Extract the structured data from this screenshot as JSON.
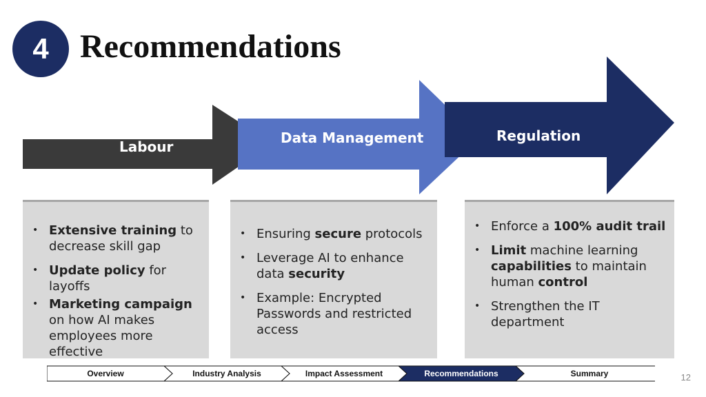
{
  "slide": {
    "section_number": "4",
    "title": "Recommendations",
    "page_number": "12"
  },
  "arrows": [
    {
      "label": "Labour",
      "color": "#3a3a3a"
    },
    {
      "label": "Data Management",
      "color": "#5673c4"
    },
    {
      "label": "Regulation",
      "color": "#1c2d63"
    }
  ],
  "columns": {
    "labour": [
      [
        {
          "t": "Extensive training",
          "b": true
        },
        {
          "t": " to decrease skill gap",
          "b": false
        }
      ],
      [
        {
          "t": "Update policy",
          "b": true
        },
        {
          "t": " for layoffs",
          "b": false
        }
      ],
      [
        {
          "t": "Marketing campaign",
          "b": true
        },
        {
          "t": " on how AI makes employees more effective",
          "b": false
        }
      ]
    ],
    "data_management": [
      [
        {
          "t": "Ensuring ",
          "b": false
        },
        {
          "t": "secure",
          "b": true
        },
        {
          "t": " protocols",
          "b": false
        }
      ],
      [
        {
          "t": "Leverage AI to enhance data ",
          "b": false
        },
        {
          "t": "security",
          "b": true
        }
      ],
      [
        {
          "t": "Example: Encrypted Passwords and restricted access",
          "b": false
        }
      ]
    ],
    "regulation": [
      [
        {
          "t": "Enforce a ",
          "b": false
        },
        {
          "t": "100% audit trail",
          "b": true
        }
      ],
      [
        {
          "t": "Limit",
          "b": true
        },
        {
          "t": " machine learning ",
          "b": false
        },
        {
          "t": "capabilities",
          "b": true
        },
        {
          "t": " to maintain human ",
          "b": false
        },
        {
          "t": "control",
          "b": true
        }
      ],
      [
        {
          "t": "Strengthen the IT department",
          "b": false
        }
      ]
    ]
  },
  "nav": {
    "items": [
      "Overview",
      "Industry Analysis",
      "Impact Assessment",
      "Recommendations",
      "Summary"
    ],
    "active": "Recommendations",
    "active_color": "#1c2d63"
  }
}
